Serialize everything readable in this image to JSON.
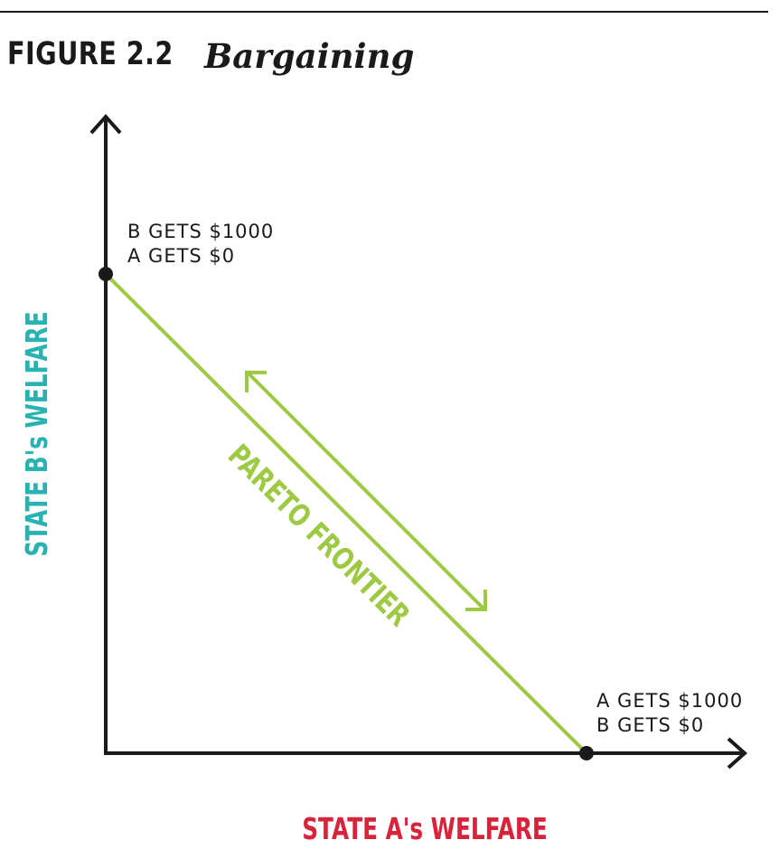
{
  "header": {
    "figure_label": "FIGURE 2.2",
    "title": "Bargaining"
  },
  "chart_data": {
    "type": "line",
    "title": "Bargaining",
    "xlabel": "STATE A's WELFARE",
    "ylabel": "STATE B's WELFARE",
    "series": [
      {
        "name": "PARETO FRONTIER",
        "x": [
          0,
          1000
        ],
        "y": [
          1000,
          0
        ]
      }
    ],
    "points": [
      {
        "x": 0,
        "y": 1000,
        "label_line1": "B GETS $1000",
        "label_line2": "A GETS $0"
      },
      {
        "x": 1000,
        "y": 0,
        "label_line1": "A GETS $1000",
        "label_line2": "B GETS $0"
      }
    ],
    "colors": {
      "frontier": "#9dc943",
      "x_label": "#d9233b",
      "y_label": "#2ab2b2",
      "axes": "#1a1a1a"
    }
  }
}
